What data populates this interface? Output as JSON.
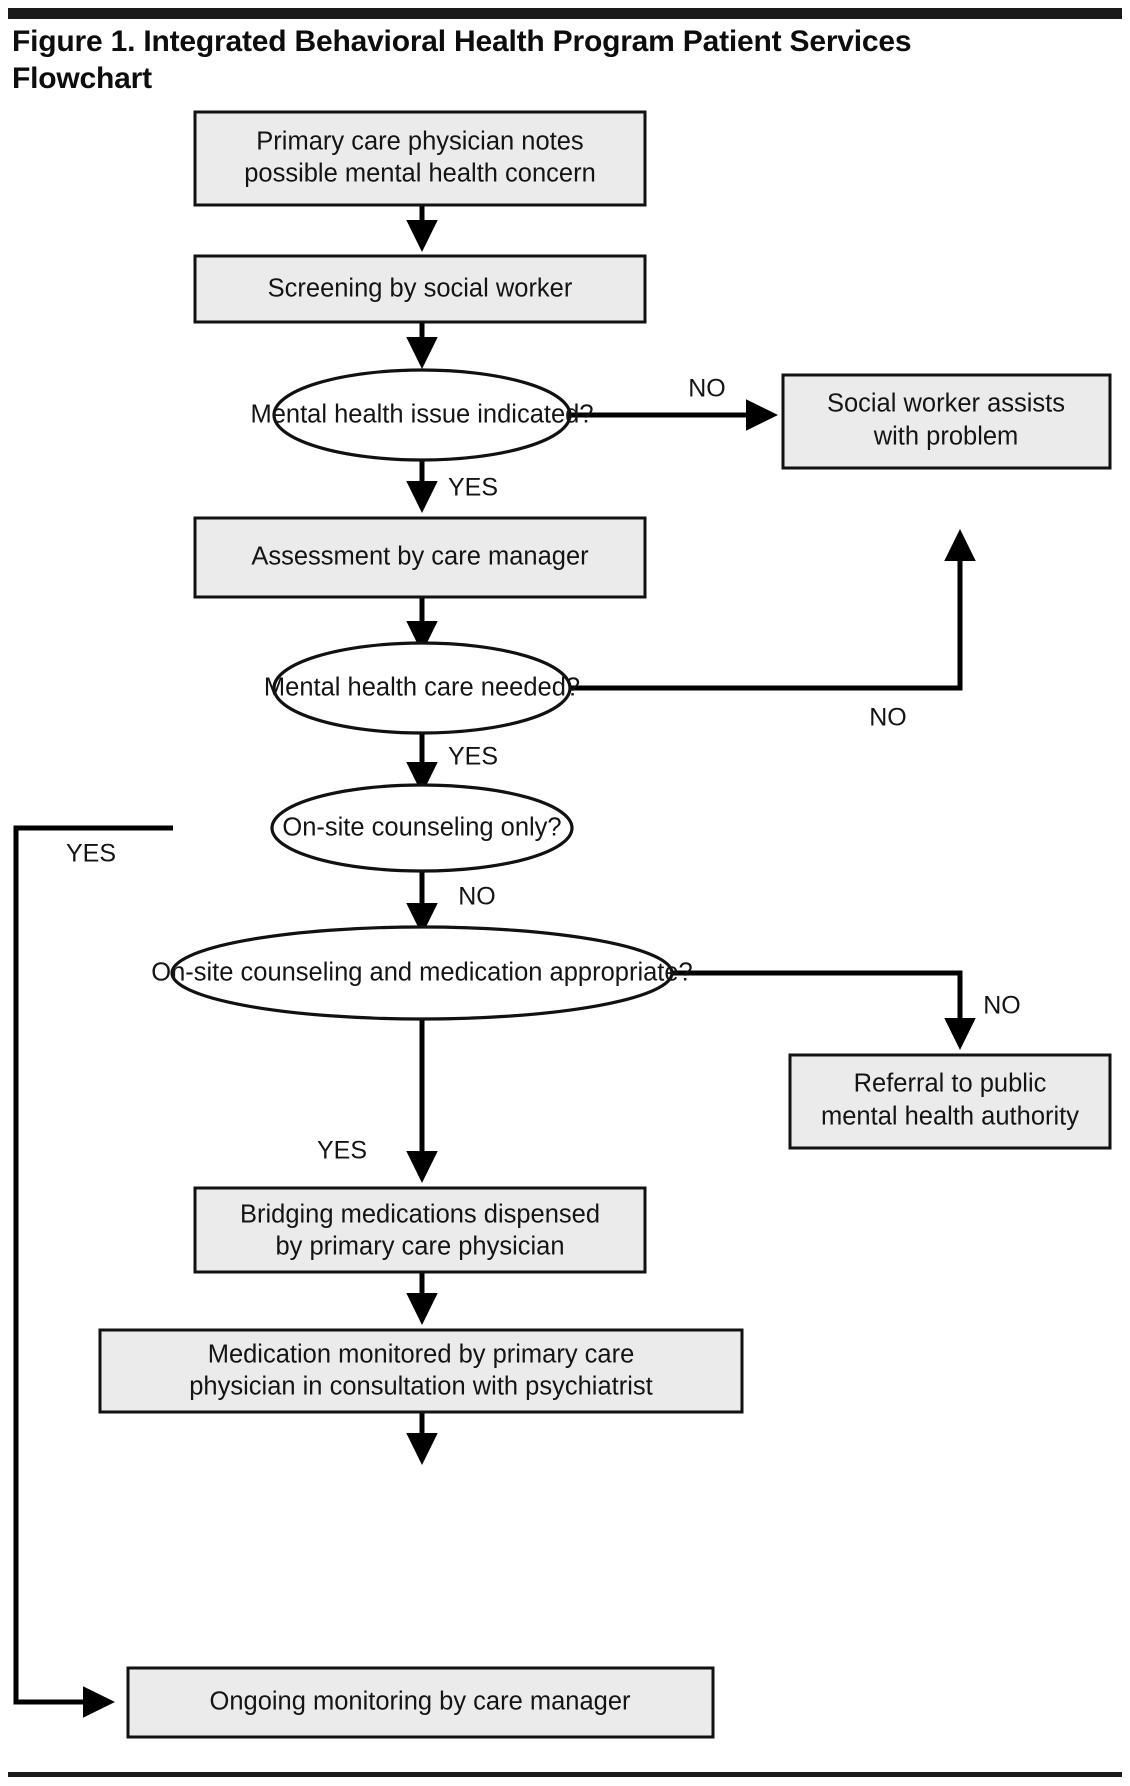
{
  "figure": {
    "title": "Figure 1. Integrated Behavioral Health Program Patient Services Flowchart",
    "type": "flowchart"
  },
  "nodes": {
    "n1": {
      "label_line1": "Primary care physician notes",
      "label_line2": "possible mental health concern",
      "shape": "process"
    },
    "n2": {
      "label_line1": "Screening by social worker",
      "shape": "process"
    },
    "n3": {
      "label_line1": "Mental health issue indicated?",
      "shape": "decision"
    },
    "n4": {
      "label_line1": "Social worker assists",
      "label_line2": "with problem",
      "shape": "process"
    },
    "n5": {
      "label_line1": "Assessment by care manager",
      "shape": "process"
    },
    "n6": {
      "label_line1": "Mental health care needed?",
      "shape": "decision"
    },
    "n7": {
      "label_line1": "On-site counseling only?",
      "shape": "decision"
    },
    "n8": {
      "label_line1": "On-site counseling and medication appropriate?",
      "shape": "decision"
    },
    "n9": {
      "label_line1": "Referral to public",
      "label_line2": "mental health authority",
      "shape": "process"
    },
    "n10": {
      "label_line1": "Bridging medications dispensed",
      "label_line2": "by primary care physician",
      "shape": "process"
    },
    "n11": {
      "label_line1": "Medication monitored by primary care",
      "label_line2": "physician in consultation with psychiatrist",
      "shape": "process"
    },
    "n12": {
      "label_line1": "Ongoing monitoring by care manager",
      "shape": "process"
    }
  },
  "edge_labels": {
    "e_no_1": "NO",
    "e_yes_1": "YES",
    "e_no_2": "NO",
    "e_yes_2": "YES",
    "e_yes_3": "YES",
    "e_no_3": "NO",
    "e_no_4": "NO",
    "e_yes_4": "YES"
  },
  "colors": {
    "box_fill": "#ebebeb",
    "stroke": "#111111",
    "edge": "#000000",
    "text": "#141414",
    "rule": "#1a1a1a",
    "page_background": "#ffffff"
  }
}
